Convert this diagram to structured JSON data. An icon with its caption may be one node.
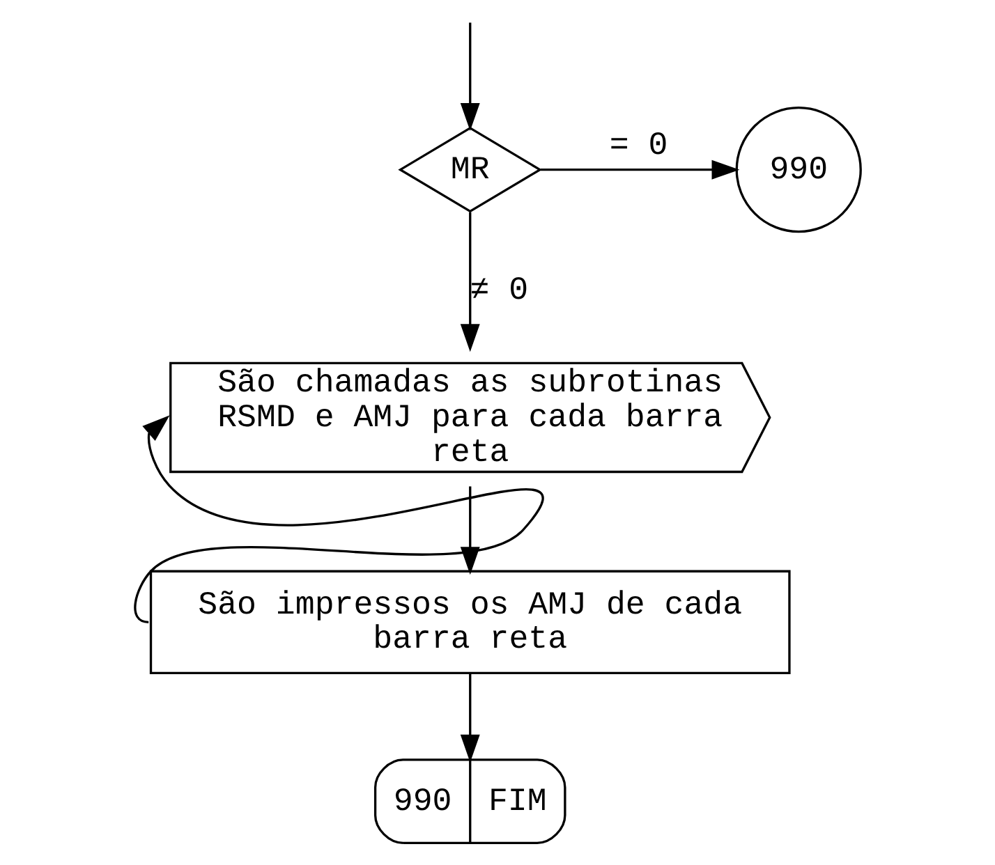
{
  "diagram": {
    "nodes": [
      {
        "text": [
          "MR"
        ]
      },
      {
        "text": [
          "990"
        ]
      },
      {
        "text": [
          "São chamadas as subrotinas RSMD e AMJ para cada barra reta"
        ]
      },
      {
        "text": [
          "São impressos os AMJ de cada barra reta"
        ]
      },
      {
        "text": [
          "990",
          "FIM"
        ]
      }
    ],
    "edges": [
      {
        "from": null,
        "to": 0,
        "arrow": "to"
      },
      {
        "from": 0,
        "to": 1,
        "arrow": "to",
        "label": "= 0"
      },
      {
        "from": 0,
        "to": 2,
        "arrow": "to",
        "label": "≠ 0"
      },
      {
        "from": 2,
        "to": 3,
        "arrow": "to"
      },
      {
        "from": 3,
        "to": 2,
        "arrow": "to"
      },
      {
        "from": 3,
        "to": 4,
        "arrow": "to"
      }
    ]
  }
}
